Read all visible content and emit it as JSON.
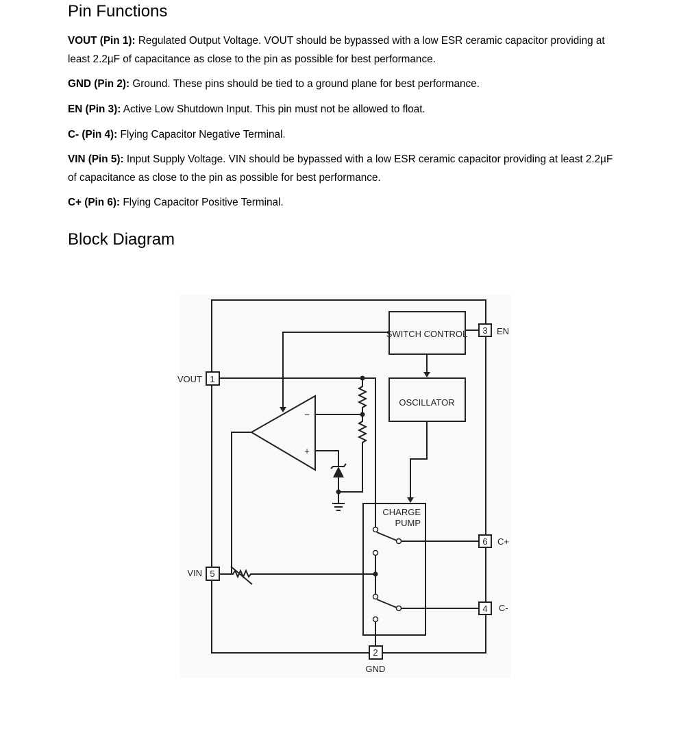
{
  "headings": {
    "pin_functions": "Pin Functions",
    "block_diagram": "Block Diagram"
  },
  "pins": [
    {
      "name": "VOUT (Pin 1):",
      "desc": "Regulated Output Voltage. VOUT should be bypassed with a low ESR ceramic capacitor providing at least 2.2µF of capacitance as close to the pin as possible for best performance."
    },
    {
      "name": "GND (Pin 2):",
      "desc": "Ground. These pins should be tied to a ground plane for best performance."
    },
    {
      "name": "EN (Pin 3):",
      "desc": "Active Low Shutdown Input. This pin must not be allowed to float."
    },
    {
      "name": "C- (Pin 4):",
      "desc": "Flying Capacitor Negative Terminal."
    },
    {
      "name": "VIN (Pin 5):",
      "desc": "Input Supply Voltage. VIN should be bypassed with a low ESR ceramic capacitor providing at least 2.2µF of capacitance as close to the pin as possible for best performance."
    },
    {
      "name": "C+ (Pin 6):",
      "desc": "Flying Capacitor Positive Terminal."
    }
  ],
  "diagram": {
    "switch_control": "SWITCH CONTROL",
    "oscillator": "OSCILLATOR",
    "charge_pump_1": "CHARGE",
    "charge_pump_2": "PUMP",
    "opamp_minus": "−",
    "opamp_plus": "+",
    "pin1_num": "1",
    "pin1_label": "VOUT",
    "pin2_num": "2",
    "pin2_label": "GND",
    "pin3_num": "3",
    "pin3_label": "EN",
    "pin4_num": "4",
    "pin4_label": "C-",
    "pin5_num": "5",
    "pin5_label": "VIN",
    "pin6_num": "6",
    "pin6_label": "C+"
  }
}
